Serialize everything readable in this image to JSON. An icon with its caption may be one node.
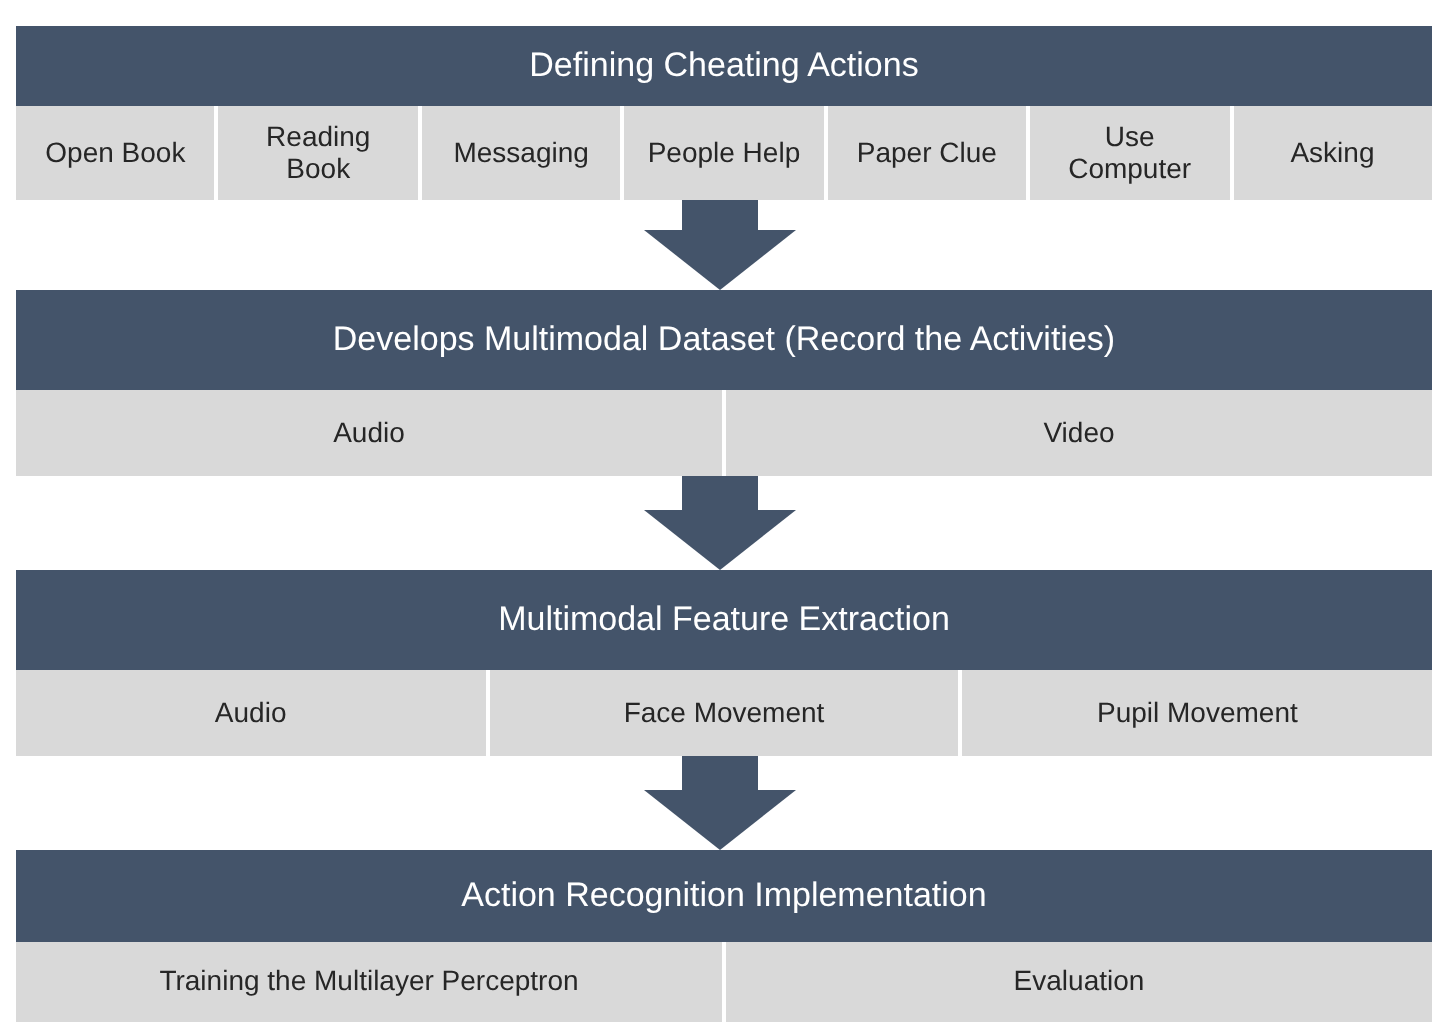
{
  "diagram": {
    "nodes": [
      {
        "text": [
          "Defining Cheating Actions"
        ]
      },
      {
        "text": [
          "Open Book"
        ],
        "in": 0
      },
      {
        "text": [
          "Reading Book"
        ],
        "in": 0
      },
      {
        "text": [
          "Messaging"
        ],
        "in": 0
      },
      {
        "text": [
          "People Help"
        ],
        "in": 0
      },
      {
        "text": [
          "Paper Clue"
        ],
        "in": 0
      },
      {
        "text": [
          "Use Computer"
        ],
        "in": 0
      },
      {
        "text": [
          "Asking"
        ],
        "in": 0
      },
      {
        "text": [
          "Develops Multimodal Dataset (Record the Activities)"
        ]
      },
      {
        "text": [
          "Audio"
        ],
        "in": 8
      },
      {
        "text": [
          "Video"
        ],
        "in": 8
      },
      {
        "text": [
          "Multimodal Feature Extraction"
        ]
      },
      {
        "text": [
          "Audio"
        ],
        "in": 11
      },
      {
        "text": [
          "Face Movement"
        ],
        "in": 11
      },
      {
        "text": [
          "Pupil Movement"
        ],
        "in": 11
      },
      {
        "text": [
          "Action Recognition Implementation"
        ]
      },
      {
        "text": [
          "Training the Multilayer Perceptron"
        ],
        "in": 15
      },
      {
        "text": [
          "Evaluation"
        ],
        "in": 15
      }
    ],
    "edges": [
      {
        "from": 0,
        "to": 8,
        "arrow": "to"
      },
      {
        "from": 8,
        "to": 11,
        "arrow": "to"
      },
      {
        "from": 11,
        "to": 15,
        "arrow": "to"
      }
    ]
  }
}
